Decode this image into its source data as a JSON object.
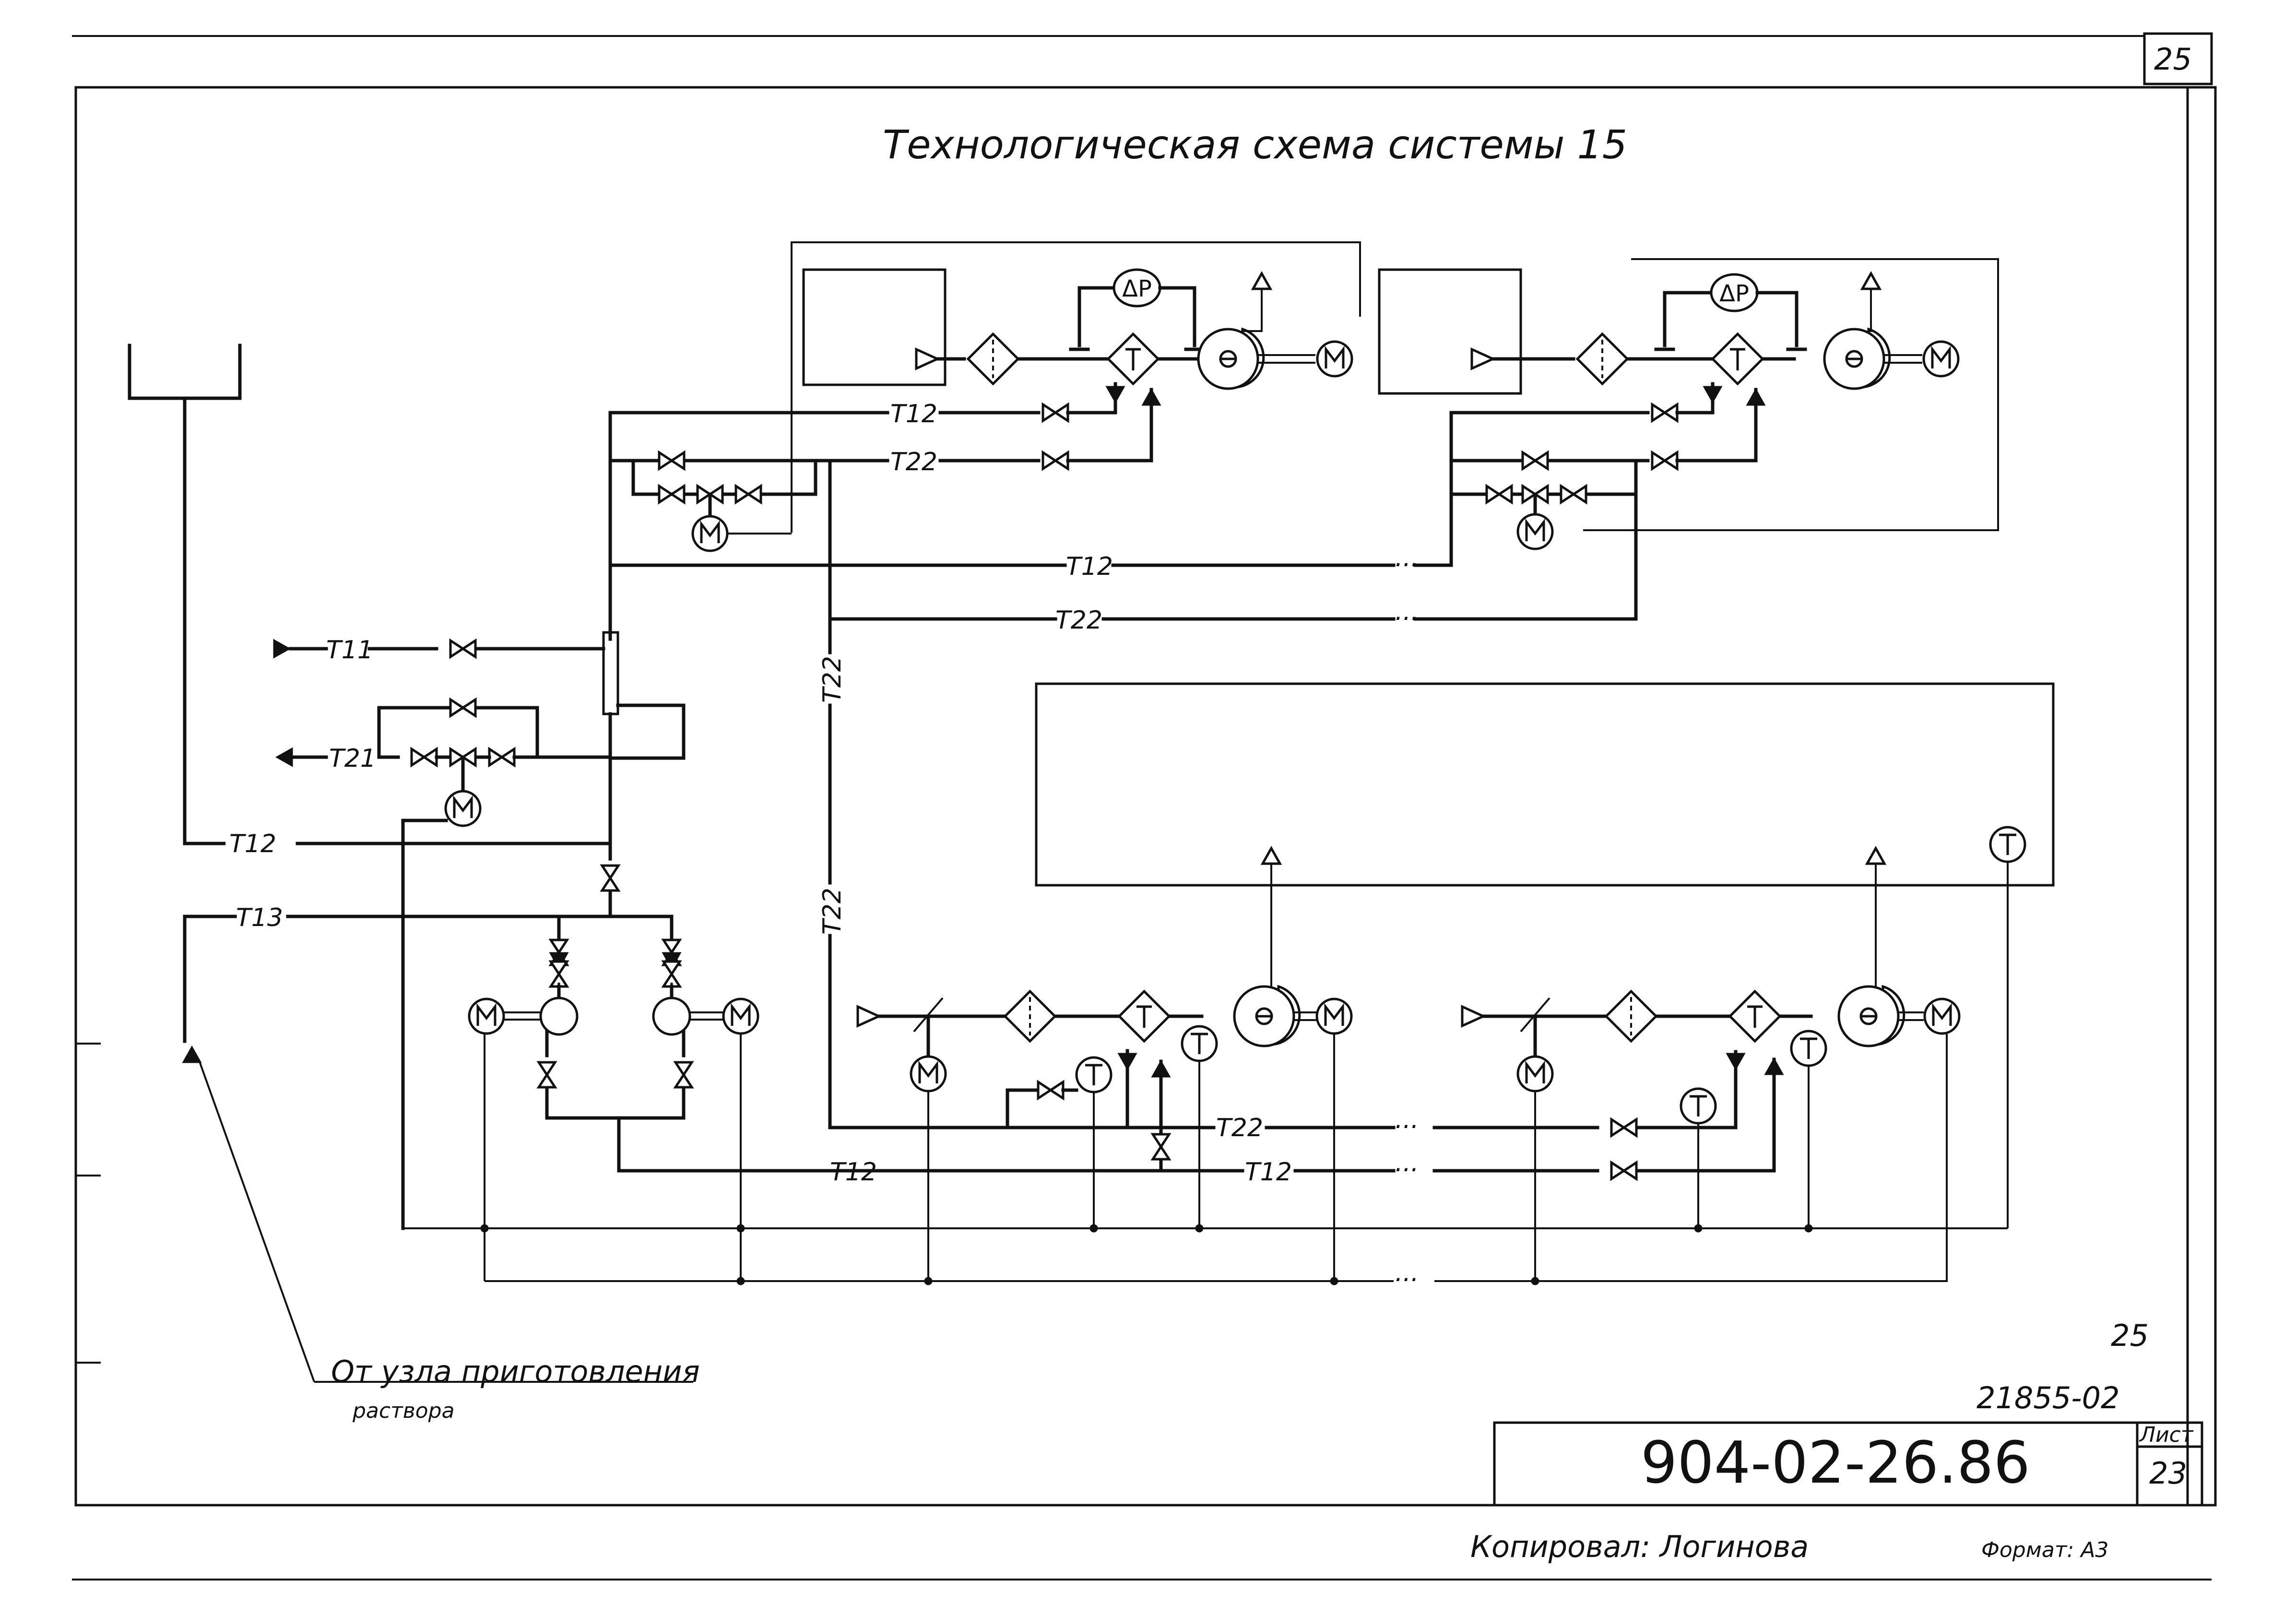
{
  "title": "Технологическая схема системы 15",
  "page_number_top": "25",
  "pipe_labels": {
    "t11": "T11",
    "t12": "T12",
    "t13": "T13",
    "t21": "T21",
    "t22": "T22"
  },
  "symbols": {
    "motor": "M",
    "temperature": "T",
    "pressure_diff": "ΔP"
  },
  "source_note": {
    "line1": "От узла приготовления",
    "line2": "раствора"
  },
  "title_block": {
    "drawing_number": "904-02-26.86",
    "sheet_label": "Лист",
    "sheet_number": "23",
    "handwritten_page": "25",
    "archive_number": "21855-02"
  },
  "footer": {
    "copied_by": "Копировал: Логинова",
    "format": "Формат: А3"
  },
  "icons": [
    "motor-icon",
    "temperature-sensor-icon",
    "pressure-diff-sensor-icon",
    "valve-icon",
    "fan-icon",
    "filter-icon",
    "heat-exchanger-icon",
    "pump-icon",
    "flow-arrow-icon",
    "tank-icon"
  ]
}
